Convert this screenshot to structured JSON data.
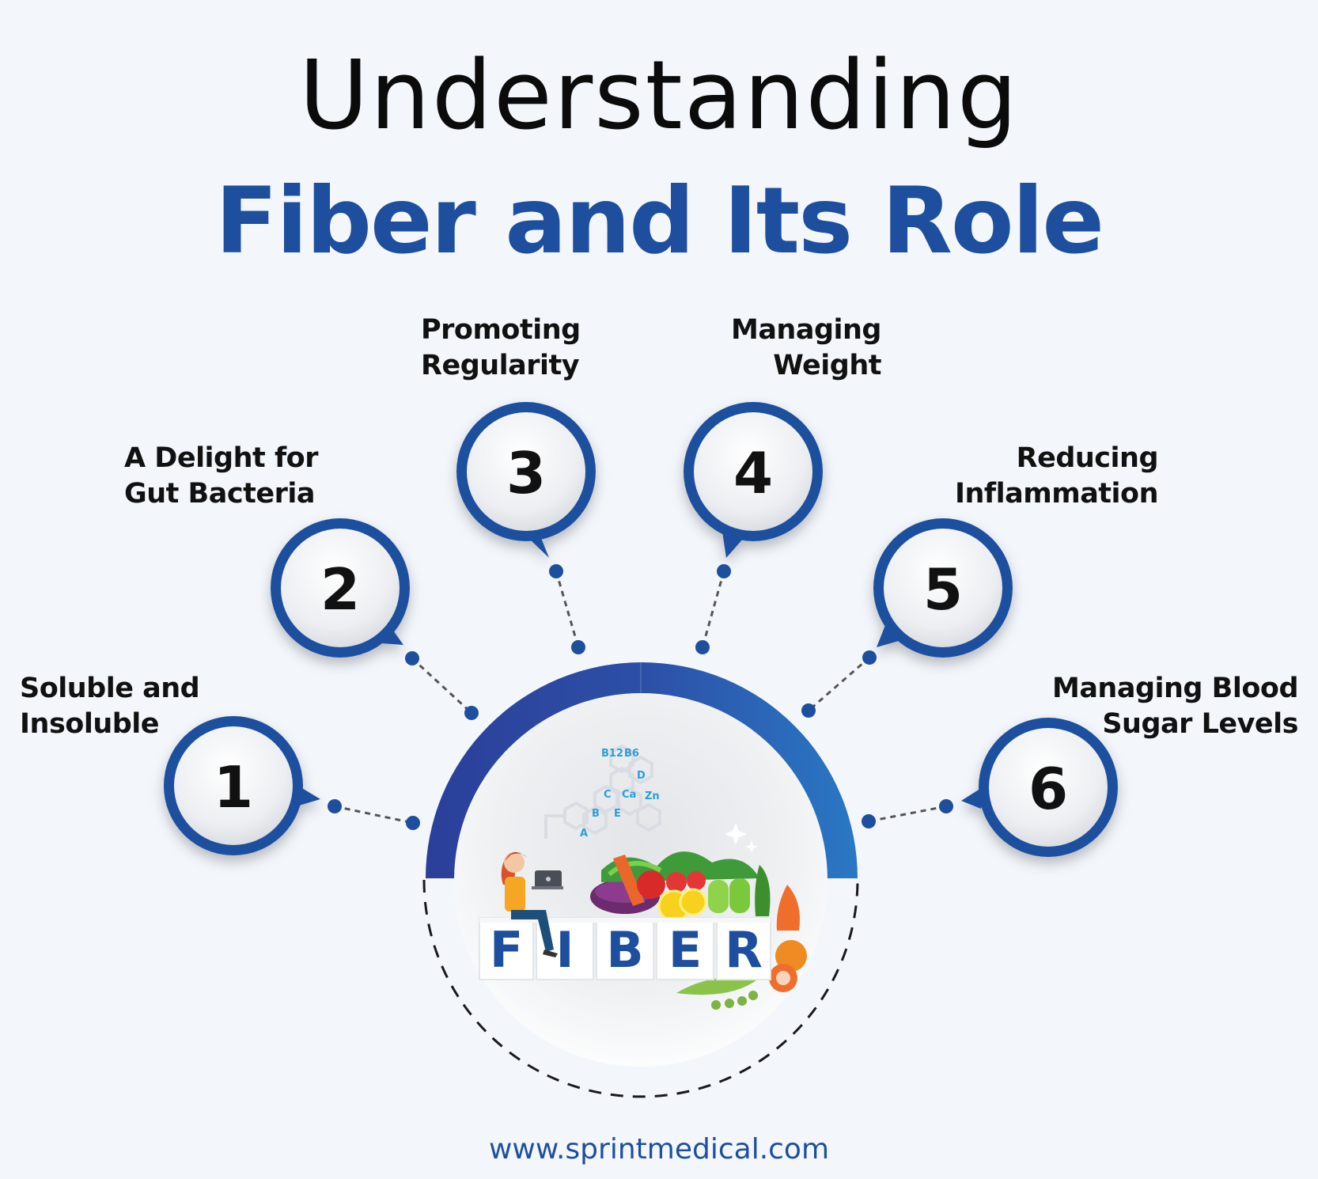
{
  "title": {
    "line1": "Understanding",
    "line2": "Fiber and Its Role"
  },
  "steps": [
    {
      "number": "1",
      "label": "Soluble and\nInsoluble"
    },
    {
      "number": "2",
      "label": "A Delight for\nGut Bacteria"
    },
    {
      "number": "3",
      "label": "Promoting\nRegularity"
    },
    {
      "number": "4",
      "label": "Managing\nWeight"
    },
    {
      "number": "5",
      "label": "Reducing\nInflammation"
    },
    {
      "number": "6",
      "label": "Managing Blood\nSugar Levels"
    }
  ],
  "center": {
    "letters": [
      "F",
      "I",
      "B",
      "E",
      "R"
    ],
    "vitamins": [
      "B12",
      "B6",
      "D",
      "C",
      "Ca",
      "Zn",
      "B",
      "E",
      "A"
    ]
  },
  "footer": {
    "url": "www.sprintmedical.com"
  },
  "colors": {
    "background": "#f3f7fc",
    "brand_blue": "#1e4f9e",
    "arc_blue": "#2a58b0",
    "text_dark": "#111111"
  }
}
